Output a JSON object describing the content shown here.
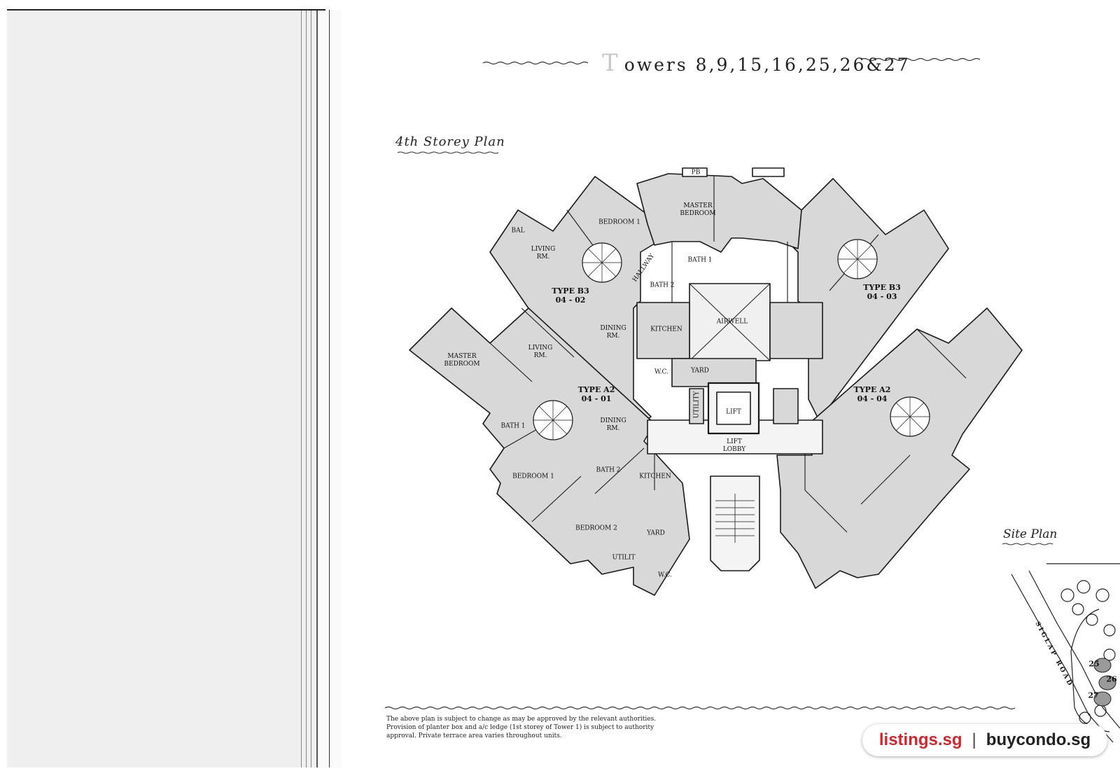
{
  "page": {
    "title": "owers 8,9,15,16,25,26&27",
    "title_initial": "T",
    "plan_label": "4th Storey Plan",
    "site_plan_label": "Site Plan"
  },
  "rooms": {
    "b3_left_type": "TYPE B3",
    "b3_left_unit": "04 - 02",
    "b3_right_type": "TYPE B3",
    "b3_right_unit": "04 - 03",
    "a2_left_type": "TYPE A2",
    "a2_left_unit": "04 - 01",
    "a2_right_type": "TYPE A2",
    "a2_right_unit": "04 - 04",
    "bal": "BAL",
    "pb": "PB",
    "bedroom1_top": "BEDROOM 1",
    "master_top_1": "MASTER",
    "master_top_2": "BEDROOM",
    "living_top_1": "LIVING",
    "living_top_2": "RM.",
    "hallway": "HALLWAY",
    "bath1_top": "BATH 1",
    "bath2_top": "BATH 2",
    "airwell": "AIRWELL",
    "kitchen_top": "KITCHEN",
    "dining_top_1": "DINING",
    "dining_top_2": "RM.",
    "wc_top": "W.C.",
    "yard_top": "YARD",
    "utility_top": "UTILITY",
    "lift": "LIFT",
    "lift_lobby_1": "LIFT",
    "lift_lobby_2": "LOBBY",
    "master_left_1": "MASTER",
    "master_left_2": "BEDROOM",
    "living_left_1": "LIVING",
    "living_left_2": "RM.",
    "bath1_left": "BATH 1",
    "dining_left_1": "DINING",
    "dining_left_2": "RM.",
    "bedroom1_left": "BEDROOM 1",
    "bath2_left": "BATH 2",
    "kitchen_left": "KITCHEN",
    "bedroom2_left": "BEDROOM 2",
    "yard_left": "YARD",
    "utility_left": "UTILIT",
    "wc_left": "W.C."
  },
  "site_plan": {
    "road": "SIGLAP ROAD",
    "tower_25": "25",
    "tower_26": "26",
    "tower_27": "27"
  },
  "notes": [
    "The above plan is subject to change as may be approved by the relevant authorities.",
    "Provision of planter box and a/c ledge (1st storey of Tower 1) is subject to authority",
    "approval. Private terrace area varies throughout units."
  ],
  "watermark": {
    "left": "listings.sg",
    "separator": "|",
    "right": "buycondo.sg"
  },
  "colors": {
    "unit_fill": "#d8d8d8",
    "core_fill": "#f4f4f4",
    "wall": "#1a1a1a",
    "brand_red": "#d8232a"
  }
}
